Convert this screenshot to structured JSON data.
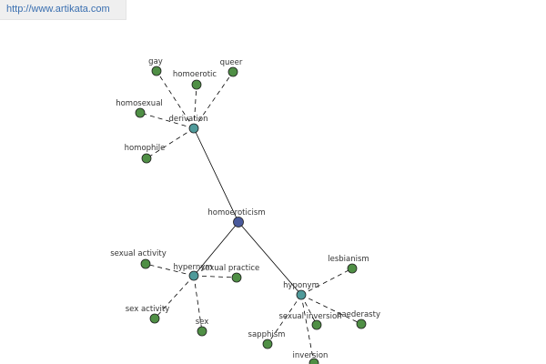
{
  "site": {
    "url": "http://www.artikata.com"
  },
  "colors": {
    "root": "#4a5a9c",
    "relation": "#4f9a9a",
    "term": "#4f8f45",
    "edge": "#000000"
  },
  "graph": {
    "nodes": [
      {
        "id": "homoeroticism",
        "label": "homoeroticism",
        "kind": "root"
      },
      {
        "id": "derivation",
        "label": "derivation",
        "kind": "relation"
      },
      {
        "id": "hypernym",
        "label": "hypernym",
        "kind": "relation"
      },
      {
        "id": "hyponym",
        "label": "hyponym",
        "kind": "relation"
      },
      {
        "id": "gay",
        "label": "gay",
        "kind": "term"
      },
      {
        "id": "homoerotic",
        "label": "homoerotic",
        "kind": "term"
      },
      {
        "id": "queer",
        "label": "queer",
        "kind": "term"
      },
      {
        "id": "homosexual",
        "label": "homosexual",
        "kind": "term"
      },
      {
        "id": "homophile",
        "label": "homophile",
        "kind": "term"
      },
      {
        "id": "sexual_activity",
        "label": "sexual activity",
        "kind": "term"
      },
      {
        "id": "sexual_practice",
        "label": "sexual practice",
        "kind": "term"
      },
      {
        "id": "sex_activity",
        "label": "sex activity",
        "kind": "term"
      },
      {
        "id": "sex",
        "label": "sex",
        "kind": "term"
      },
      {
        "id": "lesbianism",
        "label": "lesbianism",
        "kind": "term"
      },
      {
        "id": "sexual_inversion",
        "label": "sexual inversion",
        "kind": "term"
      },
      {
        "id": "paederasty",
        "label": "paederasty",
        "kind": "term"
      },
      {
        "id": "sapphism",
        "label": "sapphism",
        "kind": "term"
      },
      {
        "id": "inversion",
        "label": "inversion",
        "kind": "term"
      }
    ],
    "edges": [
      {
        "from": "homoeroticism",
        "to": "derivation",
        "style": "solid"
      },
      {
        "from": "homoeroticism",
        "to": "hypernym",
        "style": "solid"
      },
      {
        "from": "homoeroticism",
        "to": "hyponym",
        "style": "solid"
      },
      {
        "from": "derivation",
        "to": "gay",
        "style": "dashed"
      },
      {
        "from": "derivation",
        "to": "homoerotic",
        "style": "dashed"
      },
      {
        "from": "derivation",
        "to": "queer",
        "style": "dashed"
      },
      {
        "from": "derivation",
        "to": "homosexual",
        "style": "dashed"
      },
      {
        "from": "derivation",
        "to": "homophile",
        "style": "dashed"
      },
      {
        "from": "hypernym",
        "to": "sexual_activity",
        "style": "dashed"
      },
      {
        "from": "hypernym",
        "to": "sexual_practice",
        "style": "dashed"
      },
      {
        "from": "hypernym",
        "to": "sex_activity",
        "style": "dashed"
      },
      {
        "from": "hypernym",
        "to": "sex",
        "style": "dashed"
      },
      {
        "from": "hyponym",
        "to": "lesbianism",
        "style": "dashed"
      },
      {
        "from": "hyponym",
        "to": "sexual_inversion",
        "style": "dashed"
      },
      {
        "from": "hyponym",
        "to": "paederasty",
        "style": "dashed"
      },
      {
        "from": "hyponym",
        "to": "sapphism",
        "style": "dashed"
      },
      {
        "from": "hyponym",
        "to": "inversion",
        "style": "dashed"
      }
    ]
  }
}
